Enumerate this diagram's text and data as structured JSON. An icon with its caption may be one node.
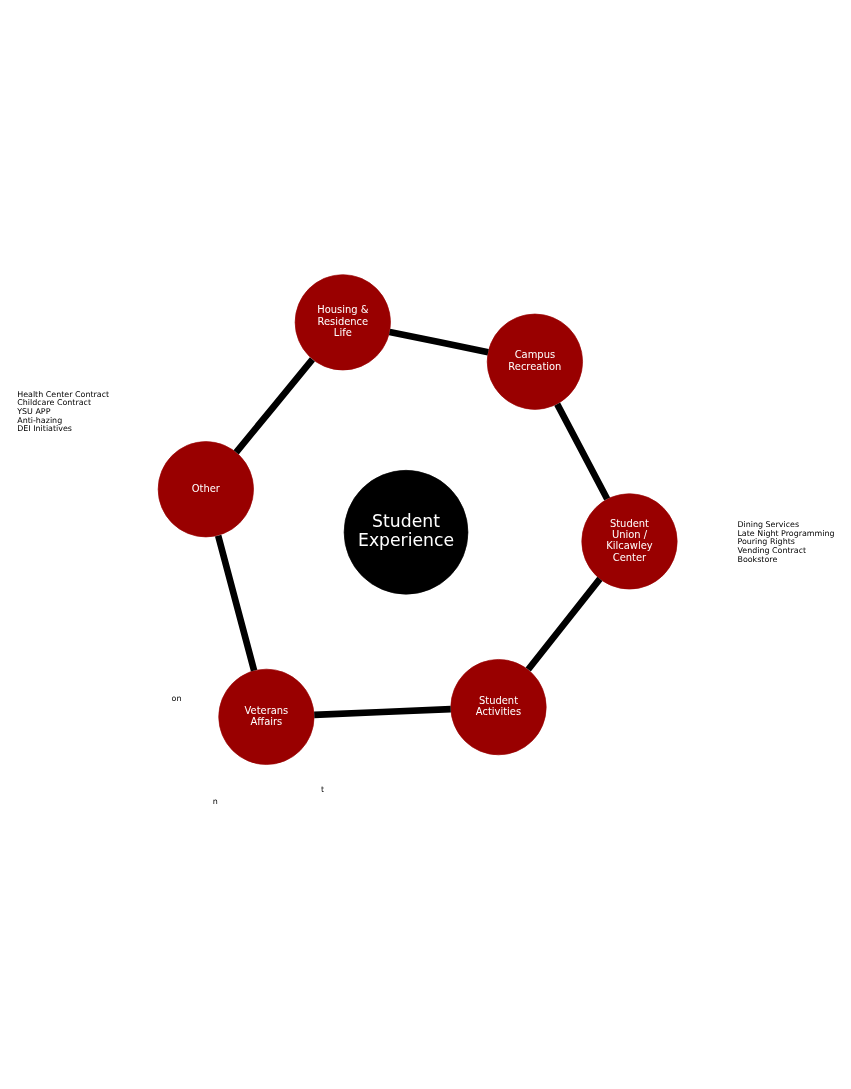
{
  "diagram": {
    "nodes": [
      {
        "text": [
          "Student Union / Kilcawley Center"
        ],
        "beside": [
          "Dining Services",
          "Late Night Programming",
          "Pouring Rights",
          "Vending Contract",
          "Bookstore"
        ]
      },
      {
        "text": [
          "Campus Recreation"
        ]
      },
      {
        "text": [
          "Housing & Residence Life"
        ]
      },
      {
        "text": [
          "Other"
        ],
        "beside": [
          "Health Center Contract",
          "Childcare Contract",
          "YSU APP",
          "Anti-hazing",
          "DEI Initiatives"
        ]
      },
      {
        "text": [
          "Veterans Affairs"
        ]
      },
      {
        "text": [
          "Student Activities"
        ]
      },
      {
        "text": [
          "Student Experience"
        ]
      }
    ],
    "edges": [
      {
        "from": 0,
        "to": 1,
        "arrow": "none"
      },
      {
        "from": 1,
        "to": 2,
        "arrow": "none"
      },
      {
        "from": 2,
        "to": 3,
        "arrow": "none"
      },
      {
        "from": 3,
        "to": 4,
        "arrow": "none"
      },
      {
        "from": 4,
        "to": 5,
        "arrow": "none"
      },
      {
        "from": 5,
        "to": 0,
        "arrow": "none"
      }
    ],
    "labels": [
      "n",
      "t",
      "on"
    ]
  }
}
